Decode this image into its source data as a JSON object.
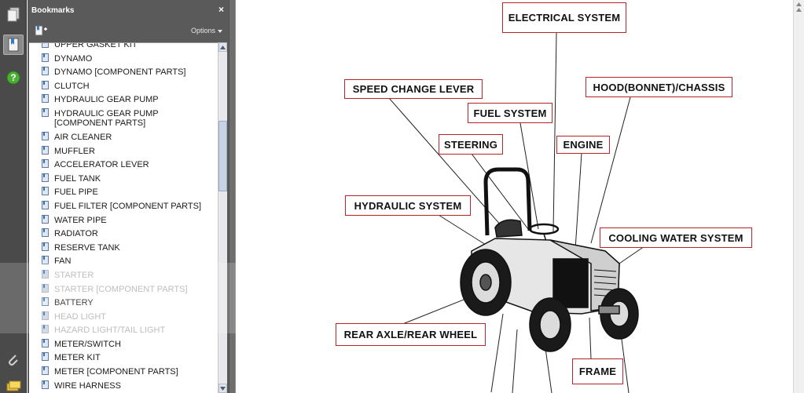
{
  "bookmarks_panel": {
    "title": "Bookmarks",
    "close_glyph": "×",
    "options_label": "Options",
    "items": [
      {
        "label": "UPPER GASKET KIT",
        "dim": false
      },
      {
        "label": "DYNAMO",
        "dim": false
      },
      {
        "label": "DYNAMO [COMPONENT PARTS]",
        "dim": false
      },
      {
        "label": "CLUTCH",
        "dim": false
      },
      {
        "label": "HYDRAULIC GEAR PUMP",
        "dim": false
      },
      {
        "label": "HYDRAULIC GEAR PUMP [COMPONENT PARTS]",
        "dim": false
      },
      {
        "label": "AIR CLEANER",
        "dim": false
      },
      {
        "label": "MUFFLER",
        "dim": false
      },
      {
        "label": "ACCELERATOR LEVER",
        "dim": false
      },
      {
        "label": "FUEL TANK",
        "dim": false
      },
      {
        "label": "FUEL PIPE",
        "dim": false
      },
      {
        "label": "FUEL FILTER [COMPONENT PARTS]",
        "dim": false
      },
      {
        "label": "WATER PIPE",
        "dim": false
      },
      {
        "label": "RADIATOR",
        "dim": false
      },
      {
        "label": "RESERVE TANK",
        "dim": false
      },
      {
        "label": "FAN",
        "dim": false
      },
      {
        "label": "STARTER",
        "dim": true
      },
      {
        "label": "STARTER [COMPONENT PARTS]",
        "dim": true
      },
      {
        "label": "BATTERY",
        "dim": false
      },
      {
        "label": "HEAD LIGHT",
        "dim": true
      },
      {
        "label": "HAZARD LIGHT/TAIL LIGHT",
        "dim": true
      },
      {
        "label": "METER/SWITCH",
        "dim": false
      },
      {
        "label": "METER KIT",
        "dim": false
      },
      {
        "label": "METER [COMPONENT PARTS]",
        "dim": false
      },
      {
        "label": "WIRE HARNESS",
        "dim": false
      }
    ]
  },
  "diagram": {
    "labels": {
      "electrical": "ELECTRICAL SYSTEM",
      "speed_change": "SPEED CHANGE LEVER",
      "hood": "HOOD(BONNET)/CHASSIS",
      "fuel": "FUEL SYSTEM",
      "steering": "STEERING",
      "engine": "ENGINE",
      "hydraulic": "HYDRAULIC SYSTEM",
      "cooling": "COOLING WATER SYSTEM",
      "rear_axle": "REAR AXLE/REAR WHEEL",
      "frame": "FRAME"
    }
  },
  "colors": {
    "label_border": "#b8262c",
    "panel_bg": "#5a5a5a",
    "toolbar_bg": "#4a4a4a"
  },
  "icons": {
    "toolbar": [
      "pages-icon",
      "bookmarks-icon",
      "help-icon",
      "attachments-icon",
      "layers-icon"
    ],
    "panel": [
      "new-bookmark-icon",
      "bookmark-icon"
    ]
  }
}
